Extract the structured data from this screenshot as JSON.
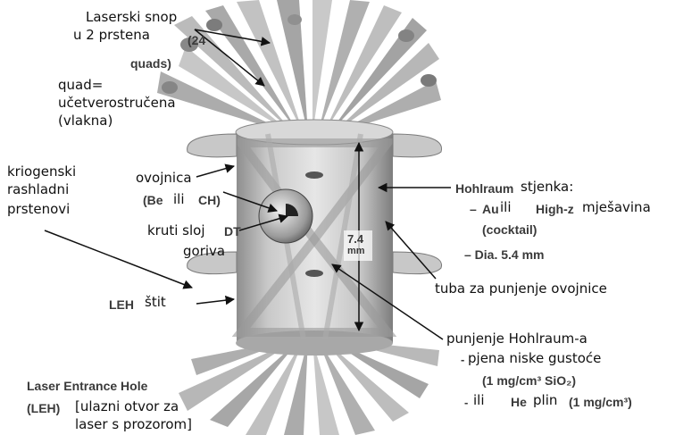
{
  "labels": {
    "laser_beam": [
      "Laserski snop",
      "u 2 prstena"
    ],
    "laser_beam_count": "(24",
    "quads": "quads)",
    "quad_def": [
      "quad=",
      "učetverostručena",
      "(vlakna)"
    ],
    "cryo_rings": [
      "kriogenski",
      "rashladni",
      "prstenovi"
    ],
    "capsule_label": "ovojnica",
    "capsule_mat_1": "(Be",
    "capsule_ili": "ili",
    "capsule_mat_2": "CH)",
    "solid_layer": "kruti sloj",
    "solid_layer_dt": "DT",
    "fuel": "goriva",
    "dim_value": "7.4",
    "dim_unit": "mm",
    "hohlraum_bold": "Hohlraum",
    "hohlraum_wall": "stjenka:",
    "dash1": "–",
    "au": "Au",
    "au_ili": "ili",
    "high_z": "High-z",
    "mix": "mješavina",
    "cocktail": "(cocktail)",
    "dia": "– Dia. 5.4 mm",
    "fill_tube": "tuba za punjenje ovojnice",
    "leh_shield_bold": "LEH",
    "leh_shield": "štit",
    "hohl_fill": "punjenje Hohlraum-a",
    "foam": "pjena niske gustoće",
    "foam_density": "(1 mg/cm³ SiO₂)",
    "ili2": "ili",
    "he": "He",
    "gas": "plin",
    "gas_density": "(1 mg/cm³)",
    "leh_title": "Laser Entrance Hole",
    "leh_abbr": "(LEH)",
    "leh_desc": [
      "[ulazni otvor za",
      "laser s prozorom]"
    ]
  }
}
